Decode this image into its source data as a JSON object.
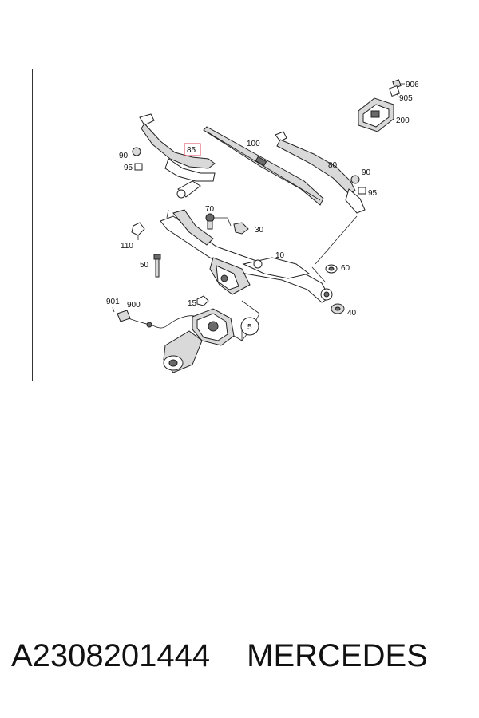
{
  "diagram": {
    "highlight_color": "#e0405a",
    "callouts": {
      "c906": "906",
      "c905": "905",
      "c200": "200",
      "c90a": "90",
      "c95a": "95",
      "c85": "85",
      "c100": "100",
      "c80": "80",
      "c90b": "90",
      "c95b": "95",
      "c70": "70",
      "c30": "30",
      "c110": "110",
      "c10": "10",
      "c50": "50",
      "c60": "60",
      "c901": "901",
      "c900": "900",
      "c15": "15",
      "c40": "40",
      "c5": "5"
    },
    "highlighted_part": "85"
  },
  "caption": {
    "part_number": "A2308201444",
    "brand": "MERCEDES"
  }
}
